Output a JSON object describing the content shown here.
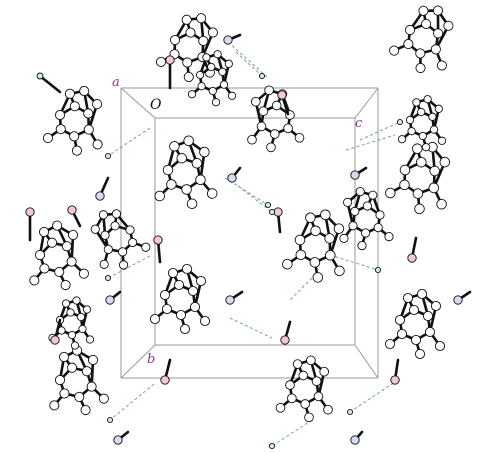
{
  "figure": {
    "axis_labels": {
      "a": "a",
      "origin": "O",
      "c": "c",
      "b": "b"
    },
    "colors": {
      "bond": "#111111",
      "carbon_atom": "#ffffff",
      "oxygen_atom": "#f4c8cc",
      "nitrogen_atom": "#d6dcef",
      "hydrogen_atom": "#cfeee4",
      "hydrogen_bond": "#6fa58c",
      "cell_edge": "#9a9a9a",
      "axis_label": "#8a3a8e"
    }
  }
}
